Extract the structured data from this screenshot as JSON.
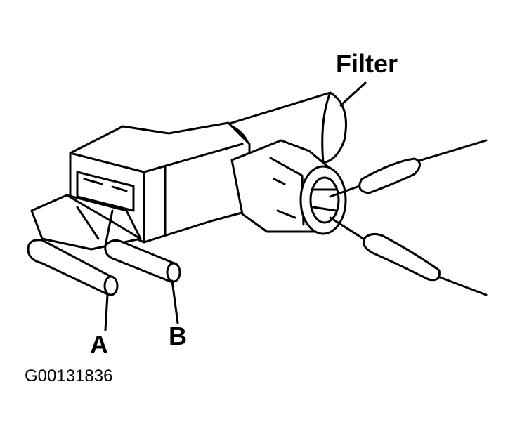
{
  "labels": {
    "filter": "Filter",
    "port_a": "A",
    "port_b": "B",
    "figure_id": "G00131836"
  }
}
